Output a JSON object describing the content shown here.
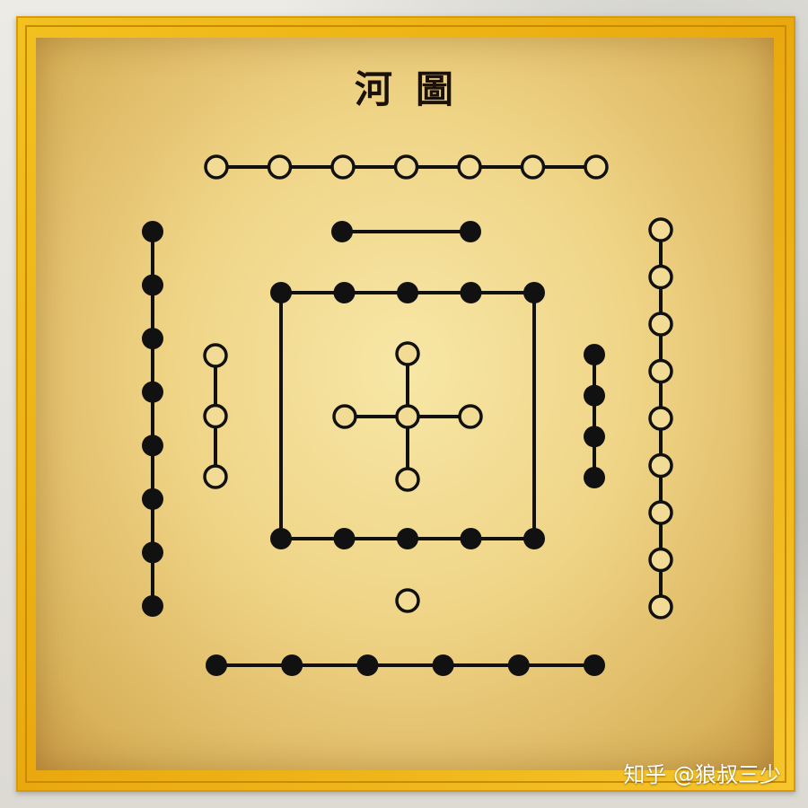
{
  "title": "河圖",
  "watermark": "知乎 @狼叔三少",
  "colors": {
    "ink": "#111111",
    "paper": "#f2dc95",
    "frame": "#f0b81a"
  },
  "groups": [
    {
      "name": "south-seven",
      "count": 7,
      "type": "open"
    },
    {
      "name": "south-two",
      "count": 2,
      "type": "filled"
    },
    {
      "name": "north-six",
      "count": 6,
      "type": "filled"
    },
    {
      "name": "north-one",
      "count": 1,
      "type": "open"
    },
    {
      "name": "west-eight",
      "count": 8,
      "type": "filled"
    },
    {
      "name": "west-three",
      "count": 3,
      "type": "open"
    },
    {
      "name": "east-nine",
      "count": 9,
      "type": "open"
    },
    {
      "name": "east-four",
      "count": 4,
      "type": "filled"
    },
    {
      "name": "center-five",
      "count": 5,
      "type": "open"
    },
    {
      "name": "center-ten",
      "count": 10,
      "type": "filled"
    }
  ]
}
